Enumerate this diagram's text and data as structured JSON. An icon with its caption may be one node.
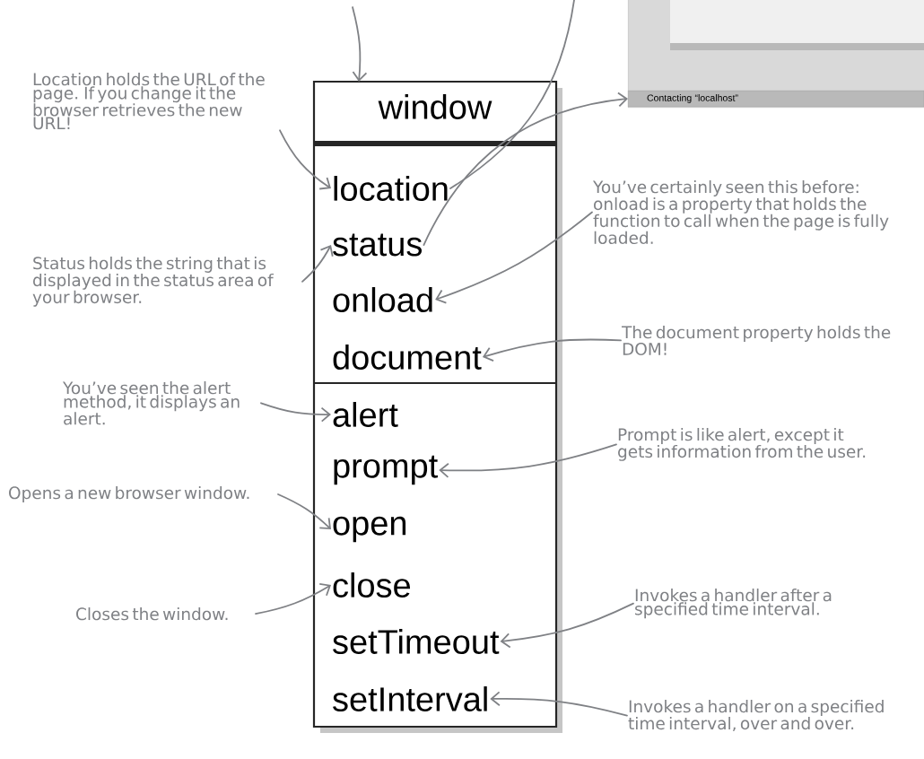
{
  "diagram": {
    "nodes": [
      {
        "text": [
          "window"
        ]
      },
      {
        "text": [
          "location"
        ],
        "in": 0
      },
      {
        "text": [
          "status"
        ],
        "in": 0
      },
      {
        "text": [
          "onload"
        ],
        "in": 0
      },
      {
        "text": [
          "document"
        ],
        "in": 0
      },
      {
        "text": [
          "alert"
        ],
        "in": 0
      },
      {
        "text": [
          "prompt"
        ],
        "in": 0
      },
      {
        "text": [
          "open"
        ],
        "in": 0
      },
      {
        "text": [
          "close"
        ],
        "in": 0
      },
      {
        "text": [
          "setTimeout"
        ],
        "in": 0
      },
      {
        "text": [
          "setInterval"
        ],
        "in": 0
      },
      {
        "text": [],
        "shape": "picture"
      },
      {
        "text": [
          "Contacting “localhost”"
        ],
        "in": 11
      },
      {
        "text": [
          "Location holds the URL of the page. If you change it the browser retrieves the new URL!"
        ]
      },
      {
        "text": [
          "Status holds the string that is displayed in the status area of your browser."
        ]
      },
      {
        "text": [
          "You’ve certainly seen this before: onload is a property that holds the function to call when the page is fully loaded."
        ]
      },
      {
        "text": [
          "The document property holds the DOM!"
        ]
      },
      {
        "text": [
          "You’ve seen the alert method, it displays an alert."
        ]
      },
      {
        "text": [
          "Prompt is like alert, except it gets information from the user."
        ]
      },
      {
        "text": [
          "Opens a new browser window."
        ]
      },
      {
        "text": [
          "Closes the window."
        ]
      },
      {
        "text": [
          "Invokes a handler after a specified time interval."
        ]
      },
      {
        "text": [
          "Invokes a handler on a specified time interval, over and over."
        ]
      }
    ],
    "edges": [
      {
        "from": null,
        "to": 0,
        "arrow": "to"
      },
      {
        "from": 1,
        "to": null,
        "arrow": "none"
      },
      {
        "from": 2,
        "to": 12,
        "arrow": "to"
      },
      {
        "from": 13,
        "to": 1,
        "arrow": "to"
      },
      {
        "from": 14,
        "to": 2,
        "arrow": "to"
      },
      {
        "from": 15,
        "to": 3,
        "arrow": "to"
      },
      {
        "from": 16,
        "to": 4,
        "arrow": "to"
      },
      {
        "from": 17,
        "to": 5,
        "arrow": "to"
      },
      {
        "from": 18,
        "to": 6,
        "arrow": "to"
      },
      {
        "from": 19,
        "to": 7,
        "arrow": "to"
      },
      {
        "from": 20,
        "to": 8,
        "arrow": "to"
      },
      {
        "from": 21,
        "to": 9,
        "arrow": "to"
      },
      {
        "from": 22,
        "to": 10,
        "arrow": "to"
      }
    ]
  }
}
